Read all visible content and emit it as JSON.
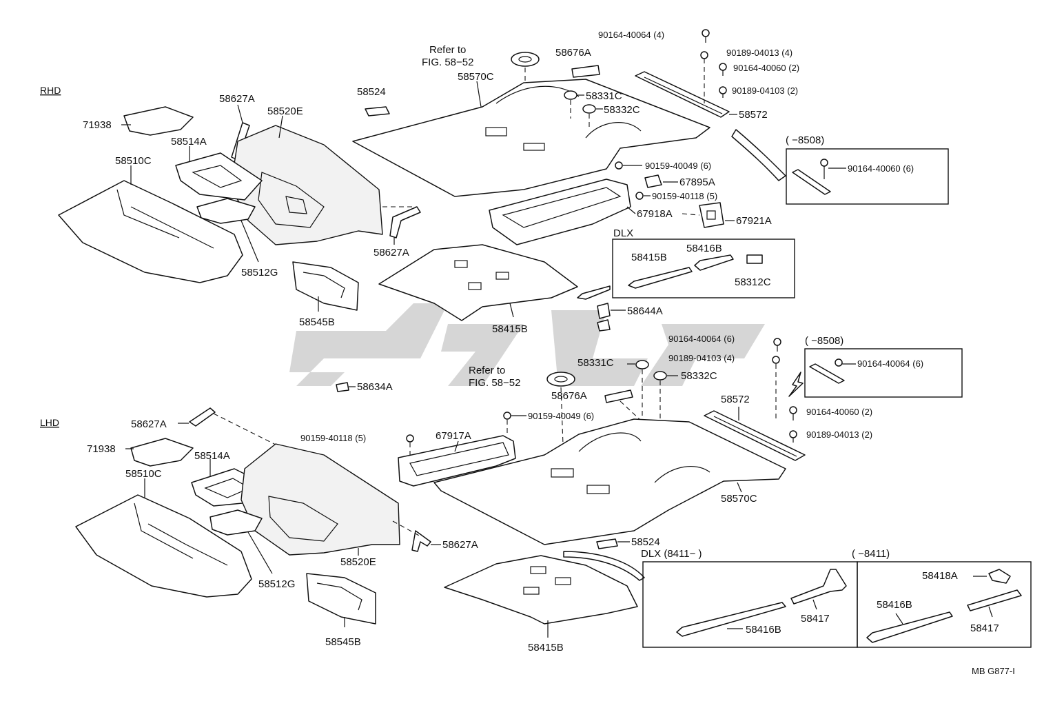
{
  "sections": {
    "rhd": "RHD",
    "lhd": "LHD"
  },
  "footer": {
    "code": "MB G877-I"
  },
  "rhd_labels": {
    "l71938": "71938",
    "l58627a_top": "58627A",
    "l58520e": "58520E",
    "l58514a": "58514A",
    "l58510c": "58510C",
    "l58512g": "58512G",
    "l58545b": "58545B",
    "l58627a_mid": "58627A",
    "l58524": "58524",
    "refer1": "Refer to",
    "refer2": "FIG. 58−52",
    "l58570c": "58570C",
    "l58676a": "58676A",
    "l58331c": "58331C",
    "l58332c": "58332C",
    "l58572": "58572",
    "b1": "90164-40064 (4)",
    "b2": "90189-04013 (4)",
    "b3": "90164-40060 (2)",
    "b4": "90189-04103 (2)",
    "range1": "(       −8508)",
    "b5": "90164-40060 (6)",
    "b6": "90159-40049 (6)",
    "l67895a": "67895A",
    "b7": "90159-40118 (5)",
    "l67918a": "67918A",
    "l67921a": "67921A",
    "dlx": "DLX",
    "l58415b_dlx": "58415B",
    "l58416b_dlx": "58416B",
    "l58312c": "58312C",
    "l58415b": "58415B",
    "l58644a": "58644A"
  },
  "lhd_labels": {
    "b8": "90164-40064 (6)",
    "b9": "90189-04103 (4)",
    "range2": "(       −8508)",
    "b10": "90164-40064 (6)",
    "l58331c": "58331C",
    "l58332c": "58332C",
    "refer1": "Refer to",
    "refer2": "FIG. 58−52",
    "l58676a": "58676A",
    "l58634a": "58634A",
    "l58572": "58572",
    "b11": "90164-40060 (2)",
    "b12": "90189-04013 (2)",
    "l58627a_top": "58627A",
    "b13": "90159-40049 (6)",
    "l71938": "71938",
    "b14": "90159-40118 (5)",
    "l67917a": "67917A",
    "l58514a": "58514A",
    "l58510c": "58510C",
    "l58570c": "58570C",
    "l58627a_bot": "58627A",
    "l58524": "58524",
    "dlx": "DLX (8411−       )",
    "range3": "(       −8411)",
    "l58418a": "58418A",
    "l58520e": "58520E",
    "l58512g": "58512G",
    "l58417_a": "58417",
    "l58416b_a": "58416B",
    "l58416b_b": "58416B",
    "l58417_b": "58417",
    "l58545b": "58545B",
    "l58415b": "58415B"
  }
}
